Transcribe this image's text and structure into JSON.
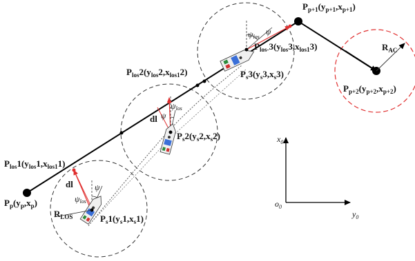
{
  "labels": {
    "pp": {
      "main": "P",
      "sub1": "p",
      "mid1": "(y",
      "sub2": "p",
      "mid2": ",x",
      "sub3": "p",
      "end": ")"
    },
    "pp1": {
      "main": "P",
      "sub1": "p+1",
      "mid1": "(y",
      "sub2": "p+1",
      "mid2": ",x",
      "sub3": "p+1",
      "end": ")"
    },
    "pp2": {
      "main": "P",
      "sub1": "p+2",
      "mid1": "(y",
      "sub2": "p+2",
      "mid2": ",x",
      "sub3": "p+2",
      "end": ")"
    },
    "plos1": {
      "main": "P",
      "sub1": "los",
      "mid1": "1(y",
      "sub2": "los",
      "mid2": "1,x",
      "sub3": "los1",
      "end": "1)"
    },
    "plos2": {
      "main": "P",
      "sub1": "los",
      "mid1": "2(y",
      "sub2": "los",
      "mid2": "2,x",
      "sub3": "los1",
      "end": "2)"
    },
    "plos3": {
      "main": "P",
      "sub1": "los-",
      "mid1": "3(y",
      "sub2": "los",
      "mid2": "3,x",
      "sub3": "los1",
      "end": "3)"
    },
    "ps1": {
      "main": "P",
      "sub1": "s",
      "mid1": "1(y",
      "sub2": "s",
      "mid2": "1,x",
      "sub3": "s",
      "end": "1)"
    },
    "ps2": {
      "main": "P",
      "sub1": "s",
      "mid1": "2(y",
      "sub2": "s",
      "mid2": "2,x",
      "sub3": "s",
      "end": "2)"
    },
    "ps3": {
      "main": "P",
      "sub1": "s",
      "mid1": "3(y",
      "sub2": "s",
      "mid2": "3,x",
      "sub3": "s",
      "end": "3)"
    },
    "rlos": {
      "main": "R",
      "sub": "LOS"
    },
    "rac": {
      "main": "R",
      "sub": "AC"
    },
    "dl_1": "dl",
    "dl_2": "dl",
    "psi": "ψ",
    "psi_los": "ψ",
    "los_sub": "los",
    "axis_x": "x",
    "axis_x_sub": "0",
    "axis_y": "y",
    "axis_y_sub": "0",
    "origin": "o",
    "origin_sub": "0"
  },
  "colors": {
    "path": "#000000",
    "los_circle": "#333333",
    "accept_circle": "#e03030",
    "los_line": "#e03030",
    "track": "#555555"
  }
}
